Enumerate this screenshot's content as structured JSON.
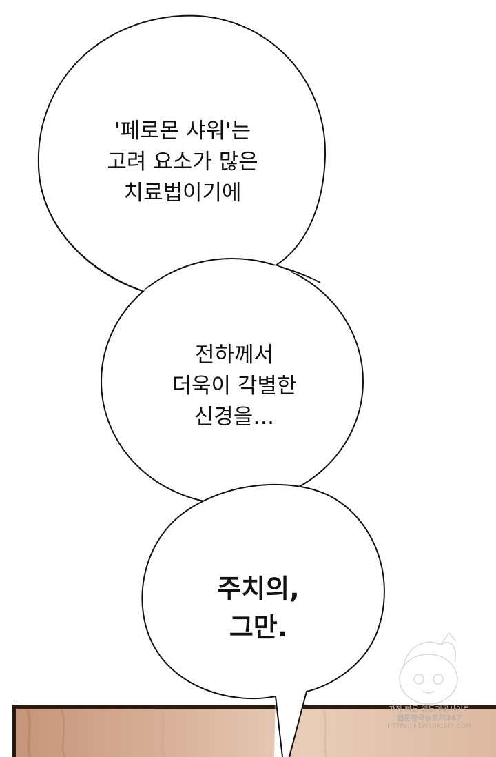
{
  "bubbles": {
    "top": {
      "lines": [
        "'페로몬 샤워'는",
        "고려 요소가 많은",
        "치료법이기에"
      ]
    },
    "middle": {
      "lines": [
        "전하께서",
        "더욱이 각별한",
        "신경을…"
      ]
    },
    "bottom": {
      "lines": [
        "주치의,",
        "그만."
      ]
    }
  },
  "watermark": {
    "line1": "가장 빠른 웹툰제공사이트",
    "line2": "웹툰왕국뉴토끼347",
    "line3": "HTTPS://NEWTOKI347.COM"
  },
  "colors": {
    "bubble_fill": "#ffffff",
    "bubble_outline": "#111111",
    "scene_frame": "#2a1a14",
    "scene_wood": "#c89a80"
  }
}
